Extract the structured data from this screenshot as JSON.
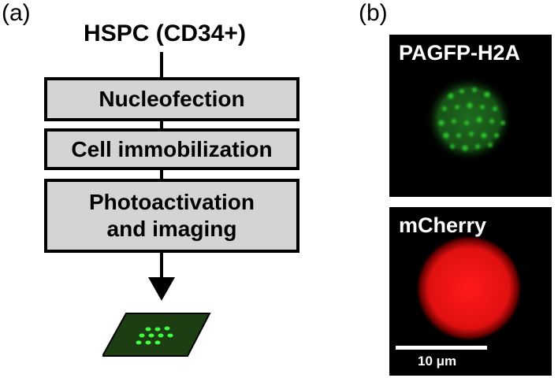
{
  "panel_a": {
    "label": "(a)",
    "title": "HSPC (CD34+)",
    "steps": [
      {
        "text": "Nucleofection"
      },
      {
        "text": "Cell immobilization"
      },
      {
        "text": "Photoactivation\nand imaging"
      }
    ],
    "slide_color": "#1d3d12",
    "dot_color": "#3dff3d"
  },
  "panel_b": {
    "label": "(b)",
    "top_image": {
      "label": "PAGFP-H2A",
      "signal_color": "#2ecc2e"
    },
    "bottom_image": {
      "label": "mCherry",
      "signal_color": "#ff1a1a"
    },
    "scale_bar": {
      "text": "10 μm"
    }
  }
}
